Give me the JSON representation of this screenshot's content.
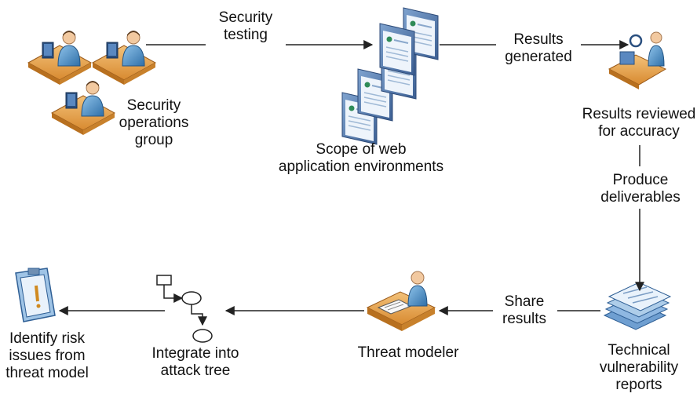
{
  "labels": {
    "security_operations_group": "Security\noperations\ngroup",
    "security_testing": "Security\ntesting",
    "scope_of_web_app": "Scope of web\napplication environments",
    "results_generated": "Results\ngenerated",
    "results_reviewed": "Results reviewed\nfor accuracy",
    "produce_deliverables": "Produce\ndeliverables",
    "technical_reports": "Technical\nvulnerability\nreports",
    "share_results": "Share\nresults",
    "threat_modeler": "Threat modeler",
    "integrate_attack_tree": "Integrate into\nattack tree",
    "identify_risk": "Identify risk\nissues from\nthreat model"
  },
  "icons": {
    "workstation_person": "workstation-person-icon",
    "browser_window": "browser-window-icon",
    "review_person": "reviewer-person-icon",
    "report_stack": "document-stack-icon",
    "threat_modeler": "threat-modeler-icon",
    "attack_tree": "attack-tree-icon",
    "clipboard": "clipboard-warning-icon"
  },
  "colors": {
    "person_blue": "#4a90c8",
    "desk_orange": "#e8a04a",
    "window_blue": "#5a7fb0",
    "window_face": "#e8f0f8",
    "arrow": "#222222"
  }
}
